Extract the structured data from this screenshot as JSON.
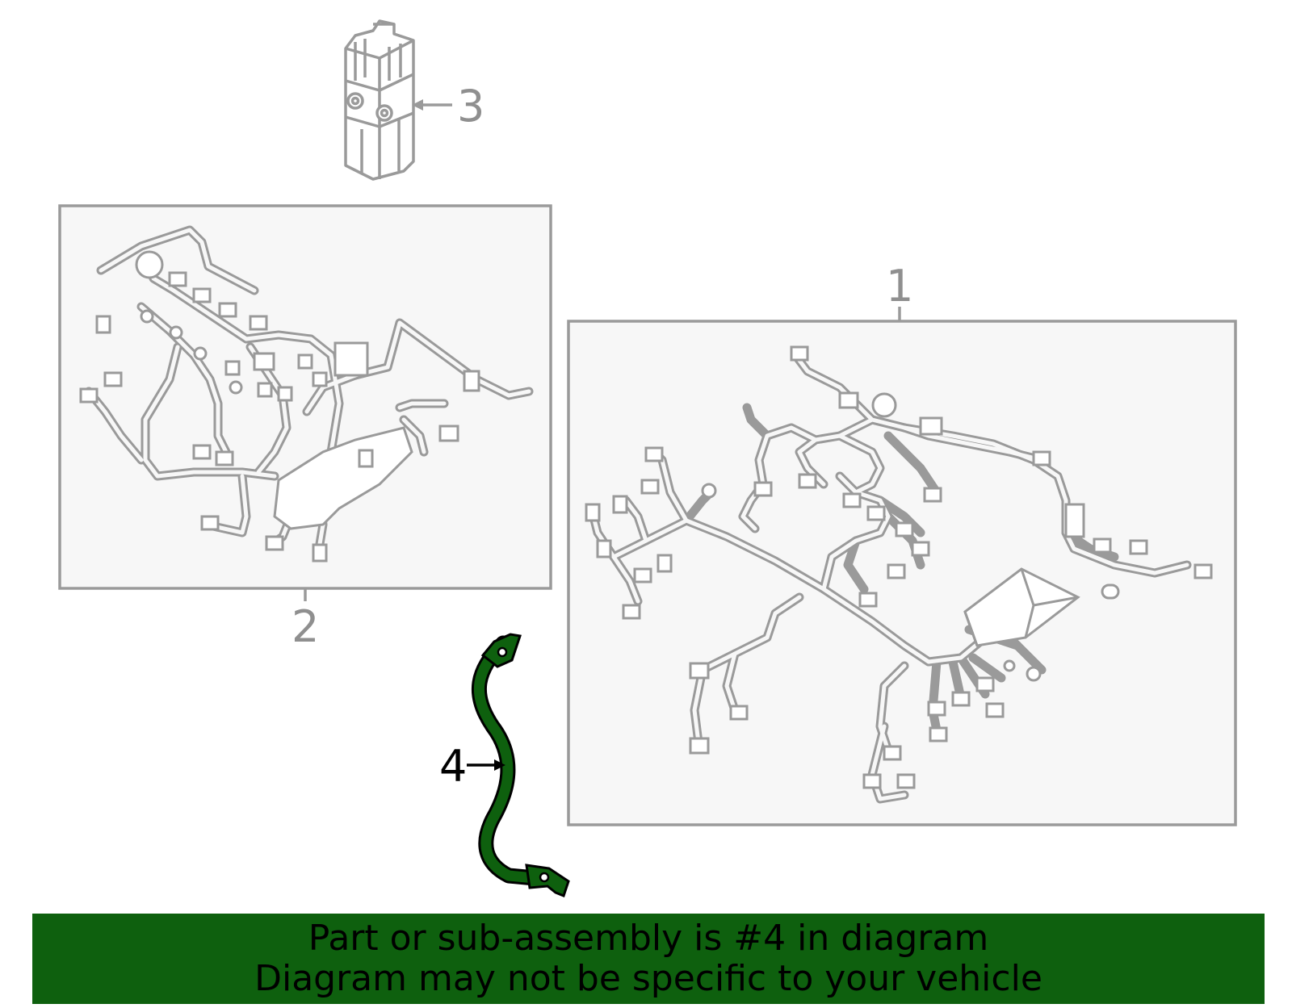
{
  "callouts": {
    "c1": "1",
    "c2": "2",
    "c3": "3",
    "c4": "4"
  },
  "footer": {
    "line1": "Part or sub-assembly is #4 in diagram",
    "line2": "Diagram may not be specific to your vehicle"
  },
  "colors": {
    "line_art": "#9a9a9a",
    "panel_fill": "#f7f7f7",
    "highlight": "#0e600e",
    "footer_bg": "#0e600e"
  },
  "icons": {
    "part1": "engine-wiring-harness-icon",
    "part2": "sub-harness-icon",
    "part3": "relay-block-icon",
    "part4": "ground-strap-icon"
  }
}
